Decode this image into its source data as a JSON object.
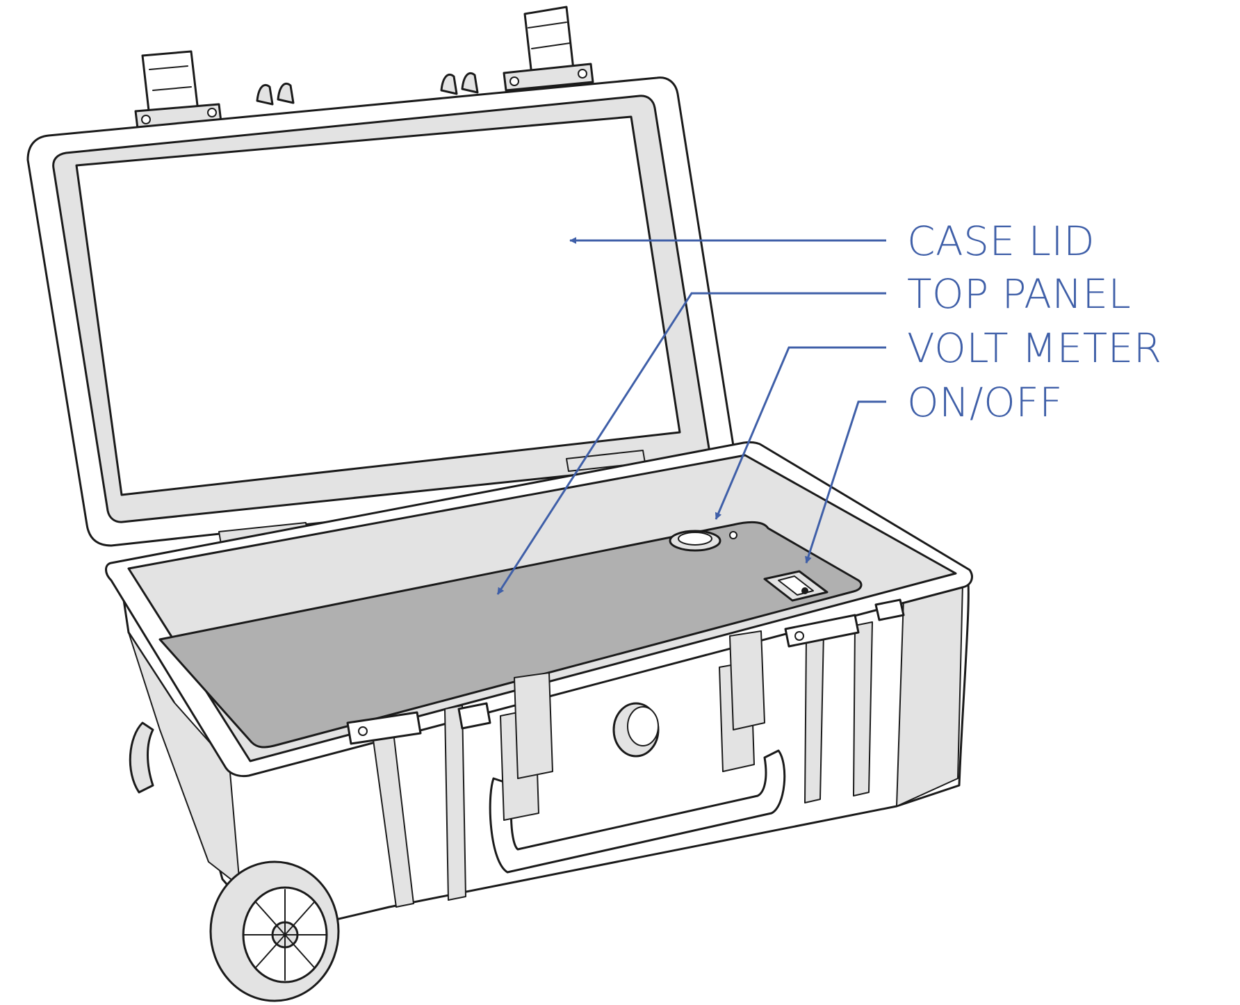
{
  "callouts": [
    {
      "key": "case_lid",
      "label": "CASE LID"
    },
    {
      "key": "top_panel",
      "label": "TOP PANEL"
    },
    {
      "key": "volt_meter",
      "label": "VOLT METER"
    },
    {
      "key": "on_off",
      "label": "ON/OFF"
    }
  ],
  "colors": {
    "label": "#3f5fa8",
    "outline": "#1a1a1a",
    "case_fill": "#ffffff",
    "shade": "#e3e3e3",
    "panel": "#b0b0b0"
  },
  "icons": [
    "rolling-hard-case-illustration",
    "wheel-icon",
    "handle-icon",
    "latch-icon",
    "volt-meter-icon",
    "rocker-switch-icon"
  ]
}
